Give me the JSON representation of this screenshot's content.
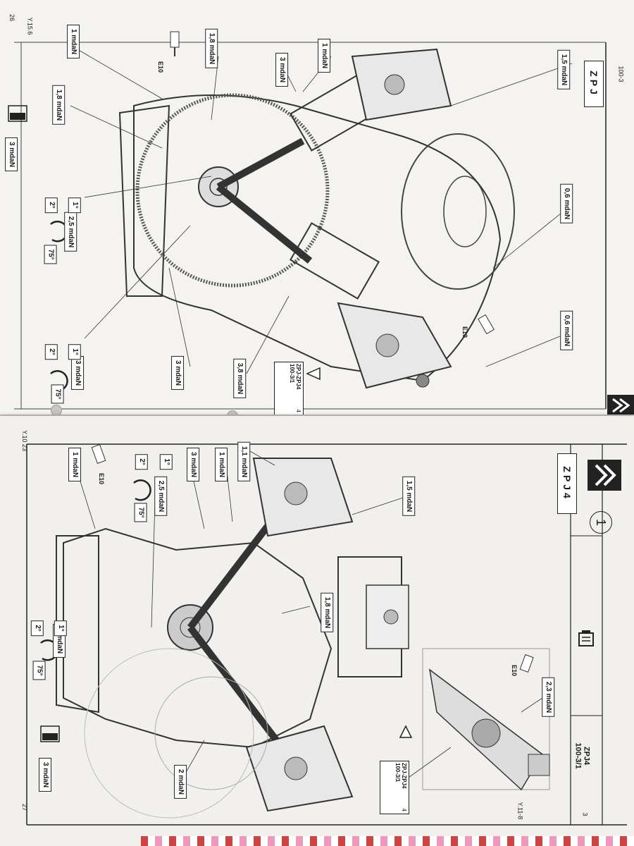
{
  "top_page": {
    "page_number": "26",
    "figure_ref": "Y.15.6",
    "engine_code": "ZPJ",
    "ref_box": {
      "codes": "ZPJ-ZPJ4",
      "doc": "100-3/1",
      "sheet": "4"
    },
    "header_partial": "100-3",
    "labels": {
      "l_1_5": "1,5 mdaN",
      "l_0_6_a": "0,6 mdaN",
      "l_0_6_b": "0,6 mdaN",
      "l_1_a": "1 mdaN",
      "l_3_a": "3 mdaN",
      "l_1_8_a": "1,8 mdaN",
      "l_1_b": "1 mdaN",
      "l_1_8_b": "1,8 mdaN",
      "l_3_8": "3,8 mdaN",
      "l_3_b": "3 mdaN",
      "l_3_c": "3 mdaN",
      "l_2_5": "2,5 mdaN",
      "l_3_d": "3 mdaN",
      "e10_a": "E10",
      "e10_b": "E10"
    },
    "steps": {
      "s1": "1°",
      "s2": "2°",
      "angle": "75°",
      "s1b": "1°",
      "s2b": "2°",
      "angleb": "75°"
    }
  },
  "bottom_page": {
    "page_number": "27",
    "figure_ref": "Y.10 23",
    "figure_ref_inset": "Y.11-8",
    "engine_code": "ZPJ4",
    "section_number": "1",
    "header_code": "ZPJ4",
    "header_doc": "100-3/1",
    "header_sheet": "3",
    "ref_box": {
      "codes": "ZPJ-ZPJ4",
      "doc": "100-3/1",
      "sheet": "4"
    },
    "labels": {
      "l_1_1": "1,1 mdaN",
      "l_1_a": "1 mdaN",
      "l_3_a": "3 mdaN",
      "l_1_b": "1 mdaN",
      "l_2_5": "2,5 mdaN",
      "l_1_5": "1,5 mdaN",
      "l_1_8": "1,8 mdaN",
      "l_2_3": "2,3 mdaN",
      "l_3_b": "3 mdaN",
      "l_2": "2 mdaN",
      "l_3_c": "3 mdaN",
      "e10_a": "E10",
      "e10_b": "E10"
    },
    "steps": {
      "s1": "1°",
      "s2": "2°",
      "angle": "75°",
      "s1b": "1°",
      "s2b": "2°",
      "angleb": "75°"
    }
  }
}
